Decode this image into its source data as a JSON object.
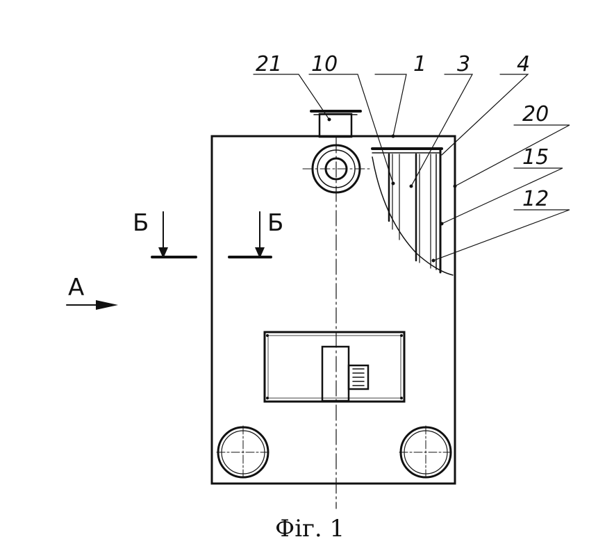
{
  "figure": {
    "caption": "Фіг. 1",
    "view_arrow": "A",
    "section_left": "Б",
    "section_right": "Б",
    "callouts": [
      {
        "id": "c21",
        "text": "21"
      },
      {
        "id": "c10",
        "text": "10"
      },
      {
        "id": "c1",
        "text": "1"
      },
      {
        "id": "c3",
        "text": "3"
      },
      {
        "id": "c4",
        "text": "4"
      },
      {
        "id": "c20",
        "text": "20"
      },
      {
        "id": "c15",
        "text": "15"
      },
      {
        "id": "c12",
        "text": "12"
      }
    ]
  }
}
